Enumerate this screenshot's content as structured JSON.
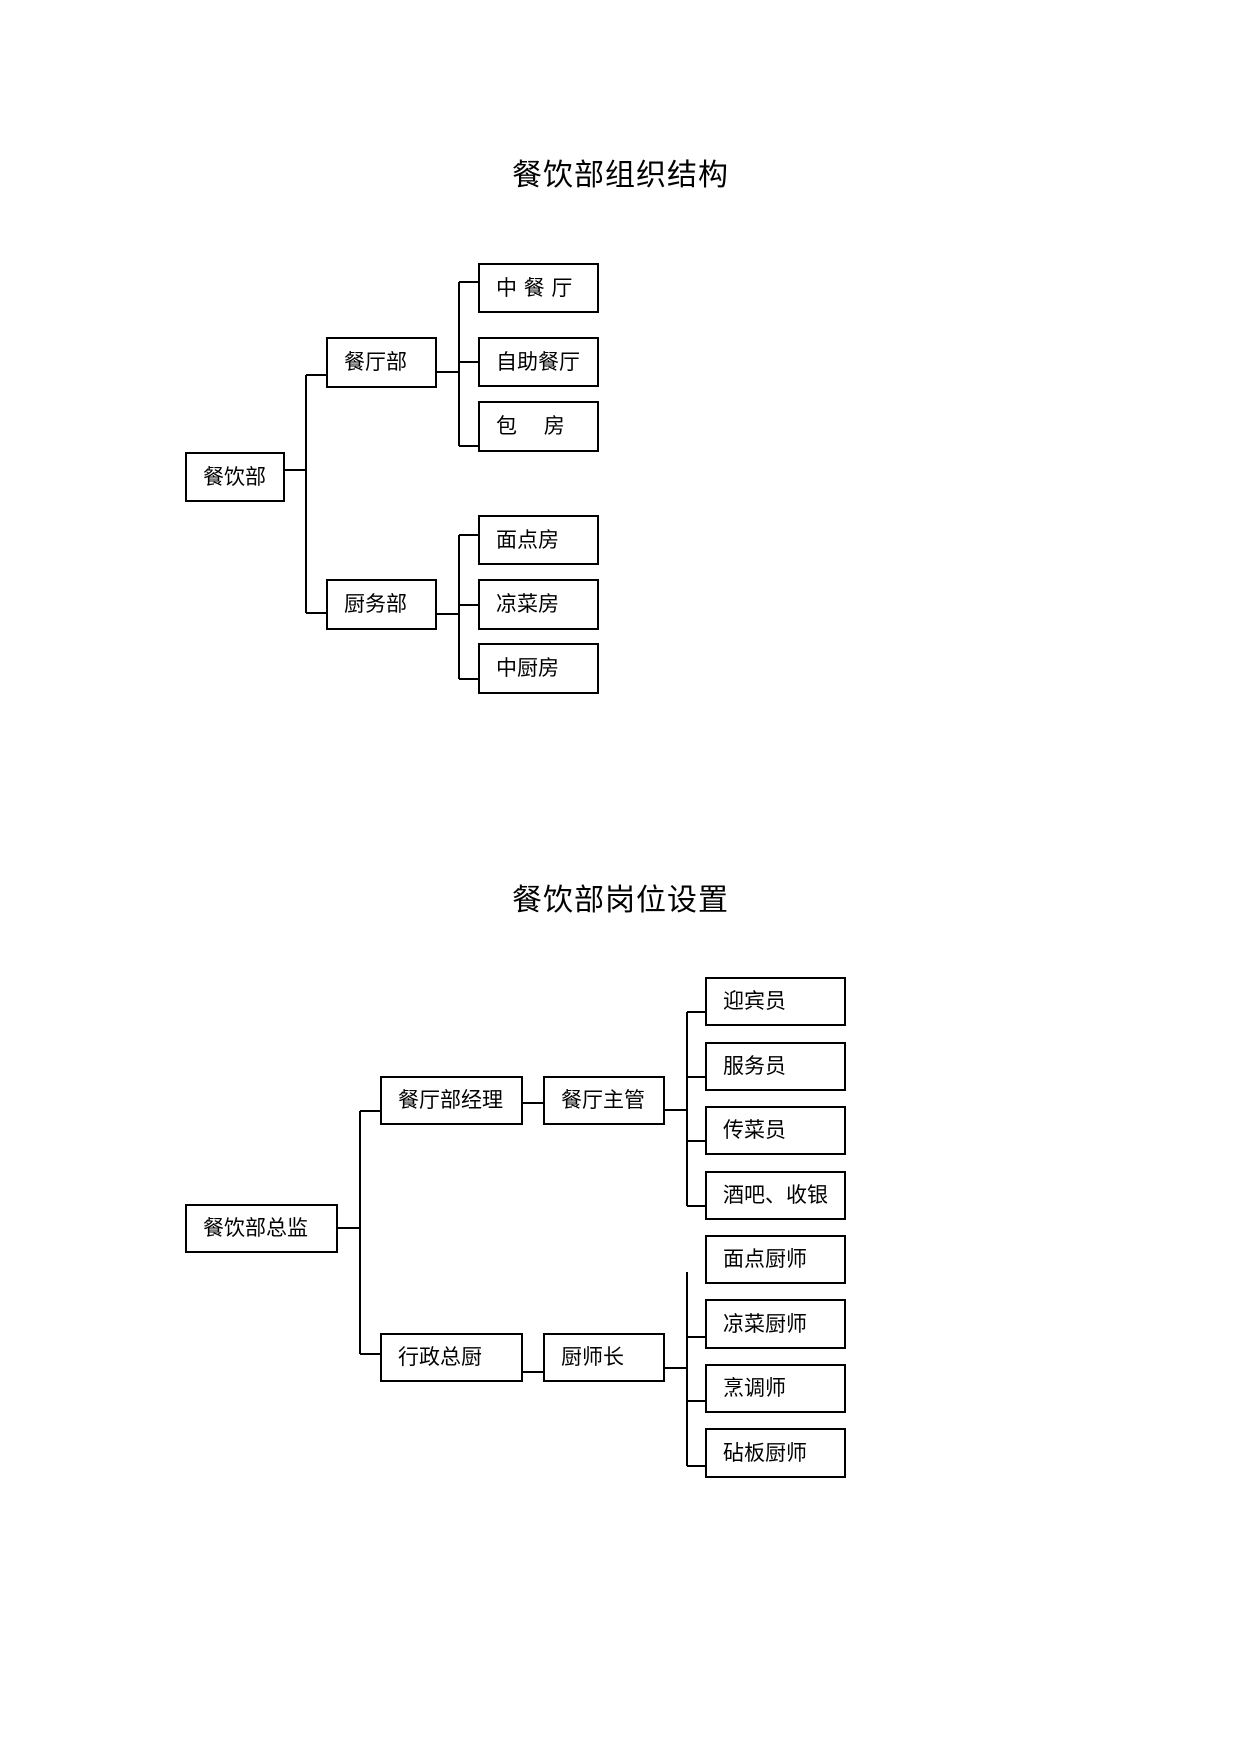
{
  "org_structure": {
    "title": "餐饮部组织结构",
    "root": "餐饮部",
    "dept_dining": "餐厅部",
    "dept_kitchen": "厨务部",
    "dining_units": [
      "中 餐 厅",
      "自助餐厅",
      "包    房"
    ],
    "kitchen_units": [
      "面点房",
      "凉菜房",
      "中厨房"
    ]
  },
  "positions": {
    "title": "餐饮部岗位设置",
    "root": "餐饮部总监",
    "dining_manager": "餐厅部经理",
    "dining_supervisor": "餐厅主管",
    "exec_chef": "行政总厨",
    "head_chef": "厨师长",
    "dining_staff": [
      "迎宾员",
      "服务员",
      "传菜员",
      "酒吧、收银"
    ],
    "kitchen_staff": [
      "面点厨师",
      "凉菜厨师",
      "烹调师",
      "砧板厨师"
    ]
  }
}
